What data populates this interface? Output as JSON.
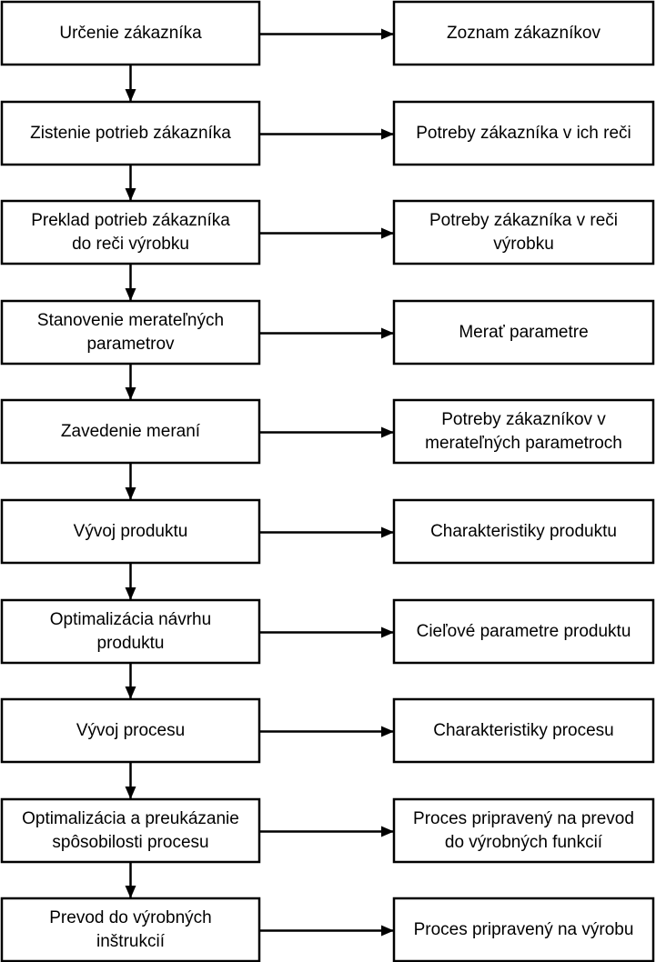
{
  "steps": [
    {
      "left": [
        "Určenie zákazníka"
      ],
      "right": [
        "Zoznam zákazníkov"
      ]
    },
    {
      "left": [
        "Zistenie potrieb zákazníka"
      ],
      "right": [
        "Potreby zákazníka v ich reči"
      ]
    },
    {
      "left": [
        "Preklad potrieb zákazníka",
        "do reči výrobku"
      ],
      "right": [
        "Potreby zákazníka v reči",
        "výrobku"
      ]
    },
    {
      "left": [
        "Stanovenie merateľných",
        "parametrov"
      ],
      "right": [
        "Merať parametre"
      ]
    },
    {
      "left": [
        "Zavedenie meraní"
      ],
      "right": [
        "Potreby zákazníkov v",
        "merateľných parametroch"
      ]
    },
    {
      "left": [
        "Vývoj produktu"
      ],
      "right": [
        "Charakteristiky produktu"
      ]
    },
    {
      "left": [
        "Optimalizácia návrhu",
        "produktu"
      ],
      "right": [
        "Cieľové parametre produktu"
      ]
    },
    {
      "left": [
        "Vývoj procesu"
      ],
      "right": [
        "Charakteristiky procesu"
      ]
    },
    {
      "left": [
        "Optimalizácia a preukázanie",
        "spôsobilosti procesu"
      ],
      "right": [
        "Proces pripravený na prevod",
        "do výrobných funkcií"
      ]
    },
    {
      "left": [
        "Prevod do výrobných",
        "inštrukcií"
      ],
      "right": [
        "Proces pripravený na výrobu"
      ]
    }
  ],
  "colors": {
    "stroke": "#000000",
    "fill": "#ffffff",
    "text": "#000000"
  }
}
